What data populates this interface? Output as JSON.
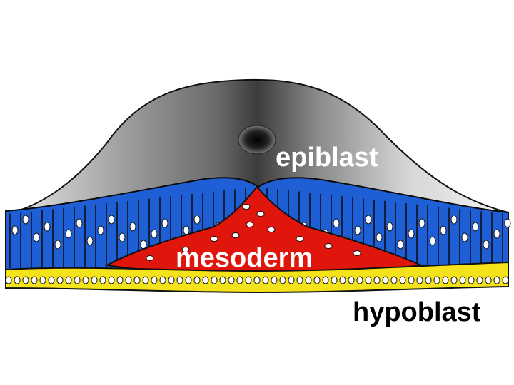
{
  "labels": {
    "epiblast": "epiblast",
    "mesoderm": "mesoderm",
    "hypoblast": "hypoblast"
  },
  "colors": {
    "background": "#ffffff",
    "surface_light": "#f2f2f2",
    "surface_dark": "#4a4a4a",
    "epiblast": "#1f5fd6",
    "mesoderm": "#e0160c",
    "hypoblast": "#f4e21a",
    "outline": "#111111",
    "nucleus": "#ffffff"
  },
  "icons": [
    "primitive-pit-icon"
  ]
}
